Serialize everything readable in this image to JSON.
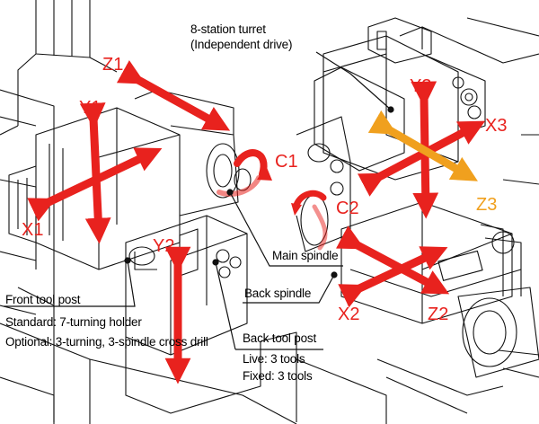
{
  "colors": {
    "axis_red": "#e8221e",
    "axis_orange": "#f0a01e",
    "line": "#111111",
    "paper": "#ffffff"
  },
  "callouts": {
    "turret_line1": "8-station turret",
    "turret_line2": "(Independent drive)",
    "main_spindle": "Main spindle",
    "back_spindle": "Back spindle",
    "front_post_title": "Front tool post",
    "front_post_standard": "Standard: 7-turning holder",
    "front_post_optional": "Optional: 3-turning, 3-spindle cross drill",
    "back_post_title": "Back tool post",
    "back_post_live": "Live: 3 tools",
    "back_post_fixed": "Fixed: 3 tools"
  },
  "axes": {
    "z1": "Z1",
    "y1": "Y1",
    "x1": "X1",
    "c1": "C1",
    "y2": "Y2",
    "c2": "C2",
    "x2": "X2",
    "z2": "Z2",
    "y3": "Y3",
    "x3": "X3",
    "z3": "Z3"
  }
}
